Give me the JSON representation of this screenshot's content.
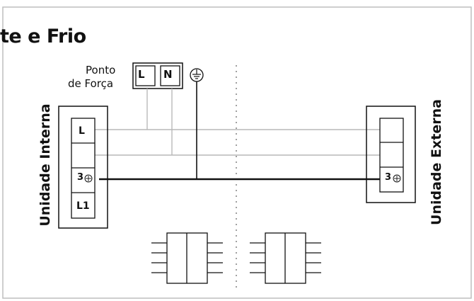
{
  "title": "te e Frio",
  "power_point": {
    "line1": "Ponto",
    "line2": "de Força",
    "terminal_l": "L",
    "terminal_n": "N"
  },
  "indoor_unit": {
    "label": "Unidade Interna",
    "terminals": [
      "L",
      "",
      "3",
      "L1"
    ]
  },
  "outdoor_unit": {
    "label": "Unidade Externa",
    "terminals": [
      "",
      "",
      "3"
    ]
  },
  "icons": {
    "ground": "ground-icon",
    "screw": "screw-terminal-icon",
    "connector": "connector-block-icon"
  },
  "colors": {
    "line": "#111111",
    "wire_light": "#b8b8b8",
    "divider": "#a0a0a0",
    "frame": "#bdbdbd"
  }
}
